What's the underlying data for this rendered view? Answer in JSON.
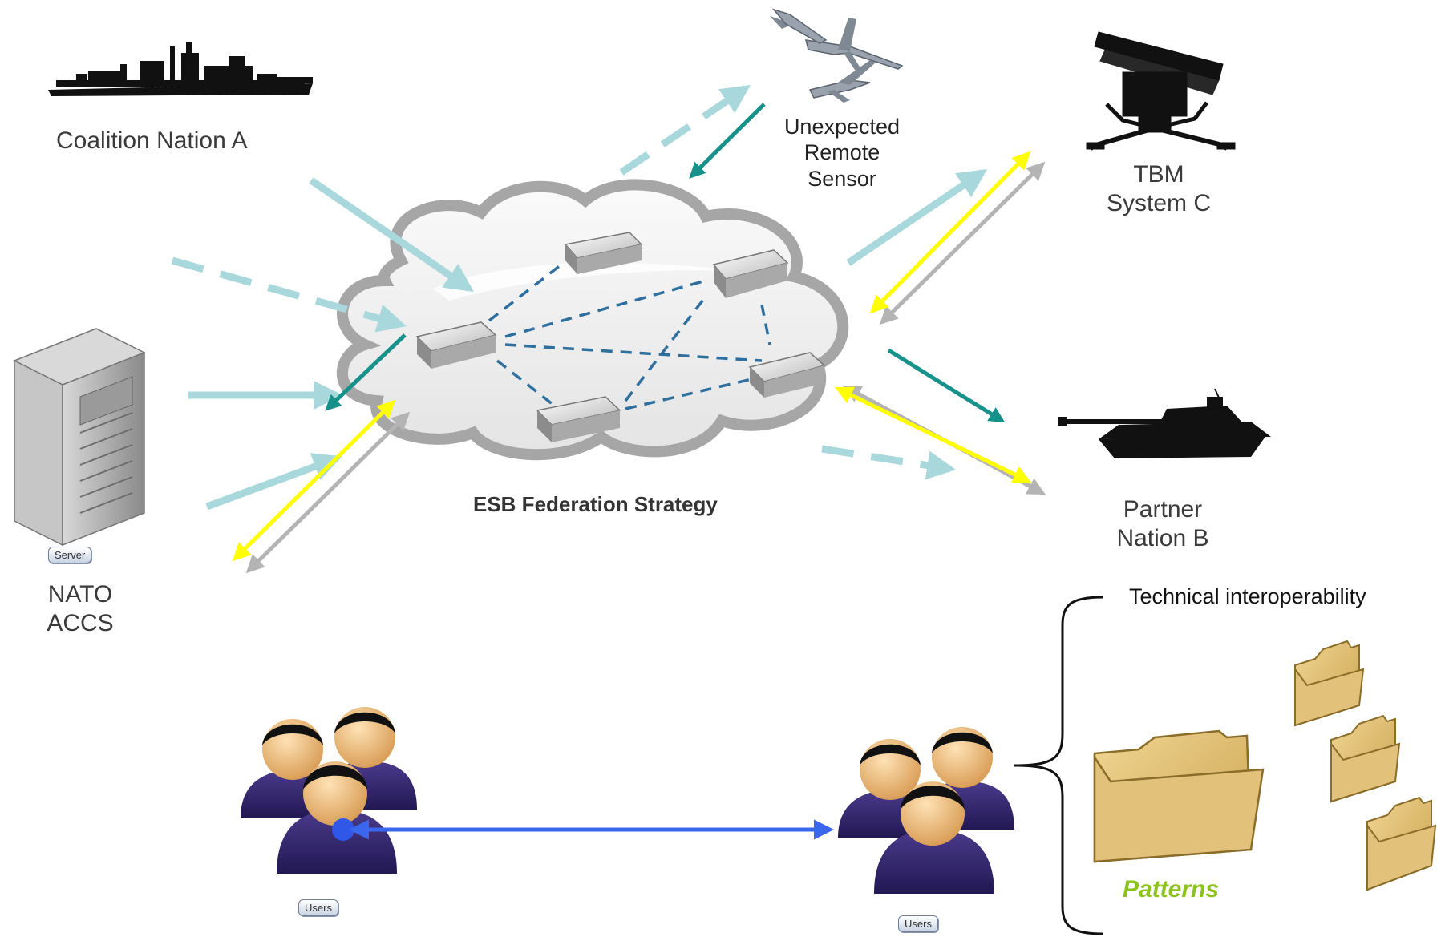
{
  "nodes": {
    "coalition": "Coalition Nation A",
    "remote_sensor": [
      "Unexpected",
      "Remote",
      "Sensor"
    ],
    "tbm": [
      "TBM",
      "System C"
    ],
    "partner": [
      "Partner",
      "Nation B"
    ],
    "nato": [
      "NATO",
      "ACCS"
    ],
    "esb": "ESB Federation Strategy"
  },
  "tags": {
    "server": "Server",
    "users_left": "Users",
    "users_right": "Users"
  },
  "legend": {
    "technical": "Technical interoperability",
    "patterns": "Patterns"
  },
  "colors": {
    "light_arrow": "#a9d8dc",
    "teal_arrow": "#16928b",
    "yellow_arrow": "#ffff00",
    "grey_arrow": "#b4b4b4",
    "dashed_link": "#2e6f9e",
    "blue_arrow": "#3b66ee",
    "patterns_text": "#8cc21d",
    "folder": "#d8b568",
    "user_shirt": "#2e2160"
  },
  "icons": [
    "ship-icon",
    "aircraft-icon",
    "missile-launcher-icon",
    "tank-icon",
    "server-icon",
    "router-icon",
    "users-group-icon",
    "folder-icon"
  ]
}
